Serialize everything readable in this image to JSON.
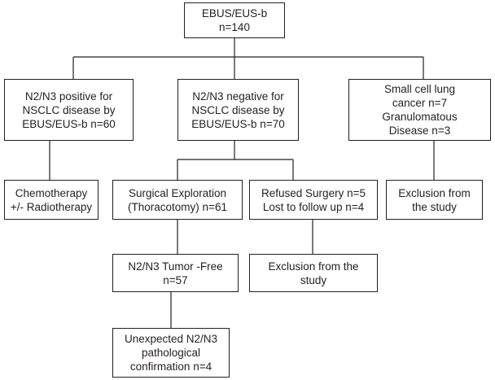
{
  "flowchart": {
    "root": {
      "lines": [
        "EBUS/EUS-b",
        "n=140"
      ]
    },
    "positive": {
      "lines": [
        "N2/N3 positive for",
        "NSCLC disease by",
        "EBUS/EUS-b n=60"
      ]
    },
    "negative": {
      "lines": [
        "N2/N3 negative for",
        "NSCLC disease by",
        "EBUS/EUS-b n=70"
      ]
    },
    "small_cell": {
      "lines": [
        "Small cell lung",
        "cancer n=7",
        "Granulomatous",
        "Disease n=3"
      ]
    },
    "chemo": {
      "lines": [
        "Chemotherapy",
        "+/- Radiotherapy"
      ]
    },
    "surgical": {
      "lines": [
        "Surgical Exploration",
        "(Thoracotomy) n=61"
      ]
    },
    "refused": {
      "lines": [
        "Refused Surgery n=5",
        "Lost to follow up n=4"
      ]
    },
    "exclusion_right": {
      "lines": [
        "Exclusion from",
        "the study"
      ]
    },
    "tumor_free": {
      "lines": [
        "N2/N3 Tumor -Free",
        "n=57"
      ]
    },
    "exclusion_mid": {
      "lines": [
        "Exclusion from the",
        "study"
      ]
    },
    "unexpected": {
      "lines": [
        "Unexpected N2/N3",
        "pathological",
        "confirmation n=4"
      ]
    }
  }
}
